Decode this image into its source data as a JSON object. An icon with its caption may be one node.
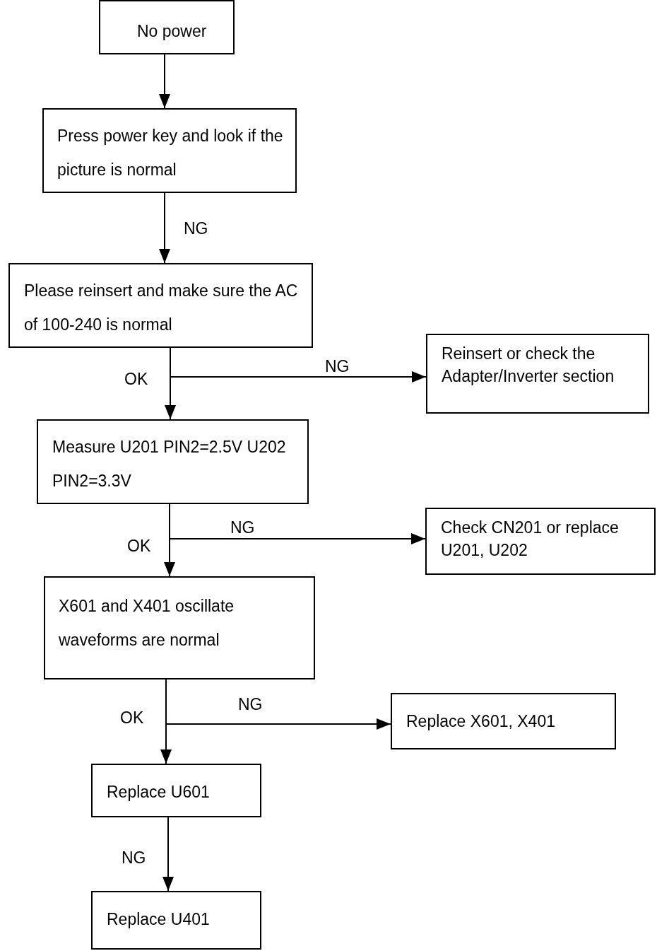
{
  "diagram": {
    "nodes": [
      {
        "text": [
          "No power"
        ]
      },
      {
        "text": [
          "Press power key and look if the picture is normal"
        ]
      },
      {
        "text": [
          "Please reinsert and make sure the AC of 100-240 is normal"
        ]
      },
      {
        "text": [
          "Reinsert or check the Adapter/Inverter section"
        ]
      },
      {
        "text": [
          "Measure U201 PIN2=2.5V U202 PIN2=3.3V"
        ]
      },
      {
        "text": [
          "Check CN201 or replace U201, U202"
        ]
      },
      {
        "text": [
          "X601 and X401 oscillate waveforms are normal"
        ]
      },
      {
        "text": [
          "Replace X601, X401"
        ]
      },
      {
        "text": [
          "Replace U601"
        ]
      },
      {
        "text": [
          "Replace U401"
        ]
      }
    ],
    "edges": [
      {
        "from": 0,
        "to": 1,
        "arrow": "to"
      },
      {
        "from": 1,
        "to": 2,
        "arrow": "to",
        "label": "NG"
      },
      {
        "from": 2,
        "to": 4,
        "arrow": "to",
        "label": "OK"
      },
      {
        "from": 2,
        "to": 3,
        "arrow": "to",
        "label": "NG"
      },
      {
        "from": 4,
        "to": 6,
        "arrow": "to",
        "label": "OK"
      },
      {
        "from": 4,
        "to": 5,
        "arrow": "to",
        "label": "NG"
      },
      {
        "from": 6,
        "to": 8,
        "arrow": "to",
        "label": "OK"
      },
      {
        "from": 6,
        "to": 7,
        "arrow": "to",
        "label": "NG"
      },
      {
        "from": 8,
        "to": 9,
        "arrow": "to",
        "label": "NG"
      }
    ]
  }
}
